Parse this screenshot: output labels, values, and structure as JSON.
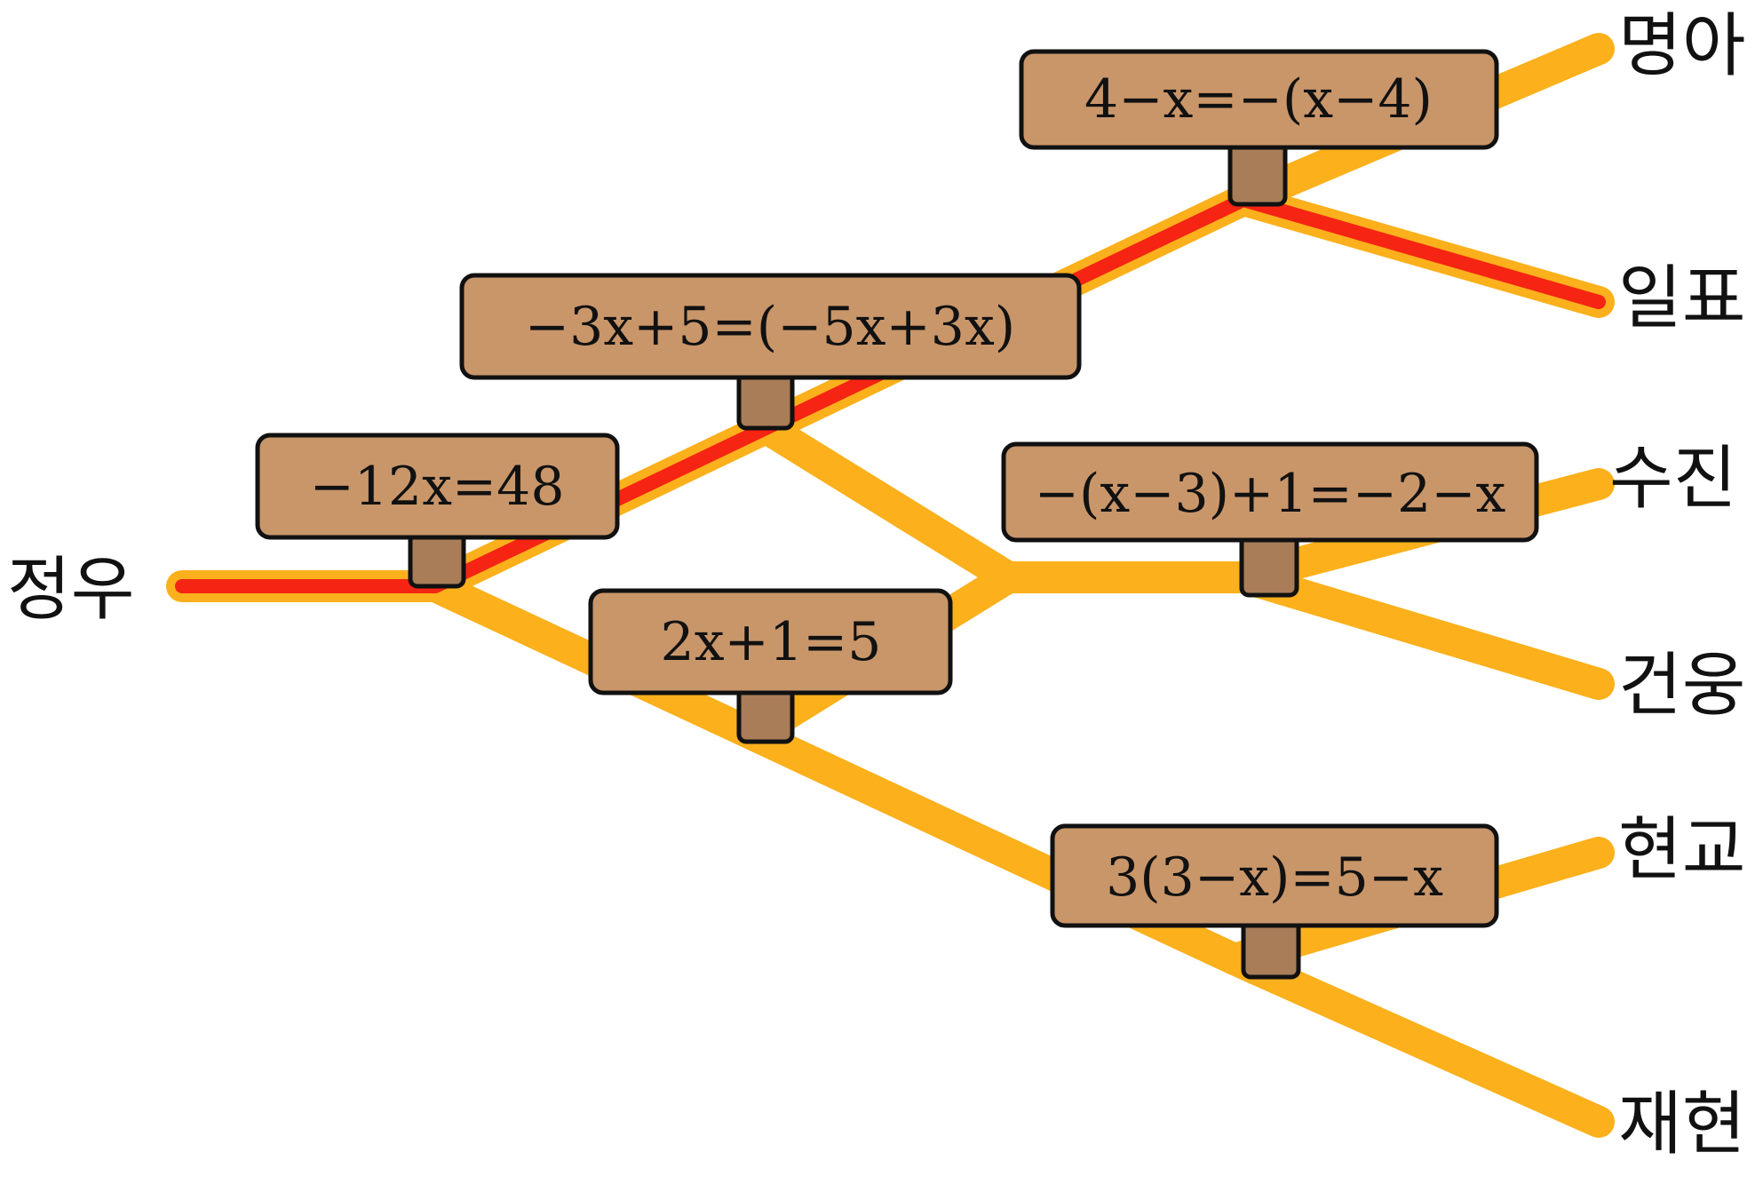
{
  "colors": {
    "path": "#fbb01c",
    "highlight": "#f52413",
    "board": "#c9966a",
    "post": "#a97d58",
    "outline": "#111111"
  },
  "start": "정우",
  "destinations": [
    "명아",
    "일표",
    "수진",
    "건웅",
    "현교",
    "재현"
  ],
  "signs": [
    {
      "id": "sign-a",
      "equation": "−12x=48"
    },
    {
      "id": "sign-b",
      "equation": "−3x+5=(−5x+3x)"
    },
    {
      "id": "sign-c",
      "equation": "2x+1=5"
    },
    {
      "id": "sign-d",
      "equation": "4−x=−(x−4)"
    },
    {
      "id": "sign-e",
      "equation": "−(x−3)+1=−2−x"
    },
    {
      "id": "sign-f",
      "equation": "3(3−x)=5−x"
    }
  ]
}
